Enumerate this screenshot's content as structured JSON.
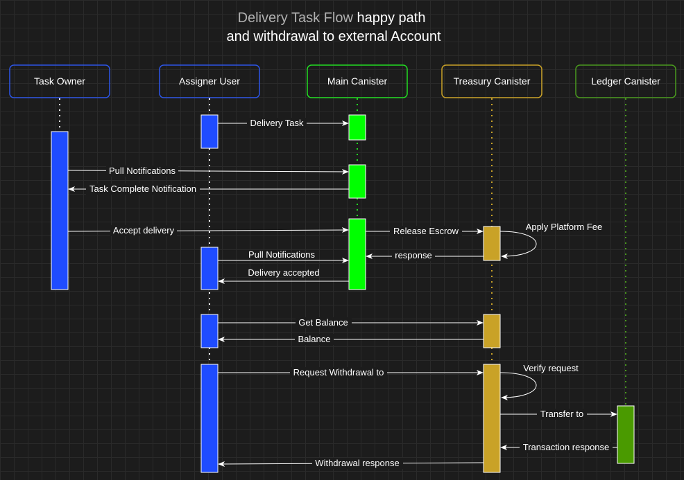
{
  "title": {
    "part1": "Delivery Task Flow",
    "part2": " happy path",
    "line2": "and withdrawal to external Account"
  },
  "actors": [
    {
      "id": "task_owner",
      "label": "Task Owner",
      "border_color": "#2c55e6",
      "lifeline_color": "#ffffff"
    },
    {
      "id": "assigner_user",
      "label": "Assigner User",
      "border_color": "#2c55e6",
      "lifeline_color": "#ffffff"
    },
    {
      "id": "main_canister",
      "label": "Main Canister",
      "border_color": "#22dd22",
      "lifeline_color": "#22dd22"
    },
    {
      "id": "treasury_canister",
      "label": "Treasury Canister",
      "border_color": "#c9a227",
      "lifeline_color": "#c9a227"
    },
    {
      "id": "ledger_canister",
      "label": "Ledger Canister",
      "border_color": "#4a9a1e",
      "lifeline_color": "#4a9a1e"
    }
  ],
  "activation_colors": {
    "task_owner": "#1f4cff",
    "assigner_user": "#1f4cff",
    "main_canister": "#00ff00",
    "treasury_canister": "#c9a227",
    "ledger_canister": "#4a9a00"
  },
  "messages": [
    {
      "label": "Delivery Task",
      "from": "assigner_user",
      "to": "main_canister"
    },
    {
      "label": "Pull Notifications",
      "from": "task_owner",
      "to": "main_canister"
    },
    {
      "label": "Task Complete Notification",
      "from": "main_canister",
      "to": "task_owner"
    },
    {
      "label": "Accept delivery",
      "from": "task_owner",
      "to": "main_canister"
    },
    {
      "label": "Release Escrow",
      "from": "main_canister",
      "to": "treasury_canister"
    },
    {
      "label": "Apply Platform Fee",
      "from": "treasury_canister",
      "to": "treasury_canister"
    },
    {
      "label": "response",
      "from": "treasury_canister",
      "to": "main_canister"
    },
    {
      "label": "Pull Notifications",
      "from": "assigner_user",
      "to": "main_canister"
    },
    {
      "label": "Delivery accepted",
      "from": "main_canister",
      "to": "assigner_user"
    },
    {
      "label": "Get Balance",
      "from": "assigner_user",
      "to": "treasury_canister"
    },
    {
      "label": "Balance",
      "from": "treasury_canister",
      "to": "assigner_user"
    },
    {
      "label": "Request Withdrawal to",
      "from": "assigner_user",
      "to": "treasury_canister"
    },
    {
      "label": "Verify request",
      "from": "treasury_canister",
      "to": "treasury_canister"
    },
    {
      "label": "Transfer to",
      "from": "treasury_canister",
      "to": "ledger_canister"
    },
    {
      "label": "Transaction response",
      "from": "ledger_canister",
      "to": "treasury_canister"
    },
    {
      "label": "Withdrawal response",
      "from": "treasury_canister",
      "to": "assigner_user"
    }
  ]
}
